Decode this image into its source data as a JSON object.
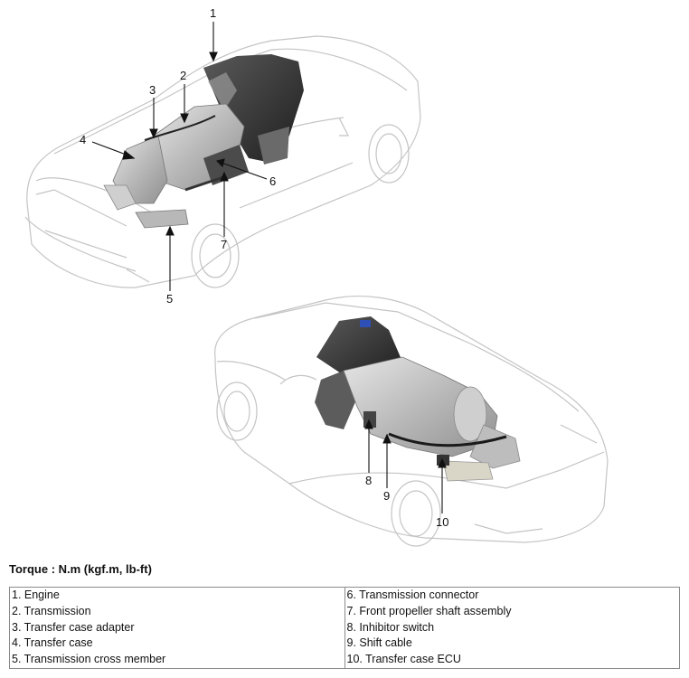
{
  "figure": {
    "top_view_callouts": [
      "1",
      "2",
      "3",
      "4",
      "5",
      "6",
      "7"
    ],
    "bottom_view_callouts": [
      "8",
      "9",
      "10"
    ]
  },
  "torque_title": "Torque : N.m (kgf.m, lb-ft)",
  "legend": {
    "left": [
      "1. Engine",
      "2. Transmission",
      "3. Transfer case adapter",
      "4. Transfer case",
      "5. Transmission cross member"
    ],
    "right": [
      "6. Transmission connector",
      "7. Front propeller shaft assembly",
      "8. Inhibitor switch",
      "9. Shift cable",
      "10. Transfer case ECU"
    ]
  }
}
